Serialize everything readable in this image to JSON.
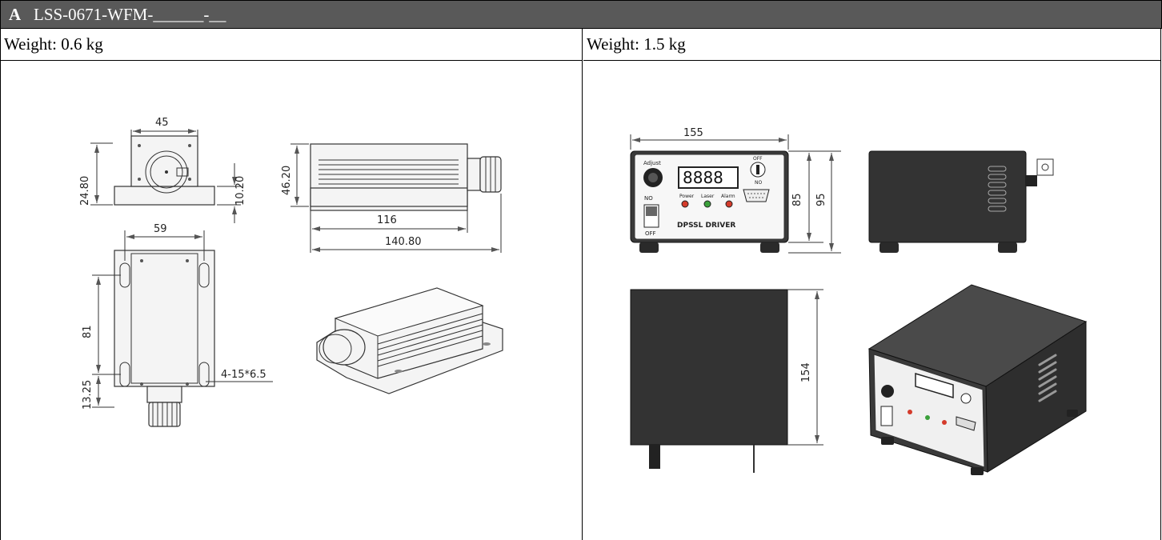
{
  "header": {
    "letter": "A",
    "model": "LSS-0671-WFM-______-__"
  },
  "left": {
    "weight": "Weight: 0.6 kg",
    "dims": {
      "w45": "45",
      "h2480": "24.80",
      "h1020": "10.20",
      "h4620": "46.20",
      "l116": "116",
      "l14080": "140.80",
      "w59": "59",
      "h81": "81",
      "h1325": "13.25",
      "hole": "4-15*6.5"
    }
  },
  "right": {
    "weight": "Weight: 1.5 kg",
    "dims": {
      "w155": "155",
      "h85": "85",
      "h95": "95",
      "d154": "154"
    },
    "panel": {
      "adjust": "Adjust",
      "on": "NO",
      "off": "OFF",
      "power": "Power",
      "laser": "Laser",
      "alarm": "Alarm",
      "driver": "DPSSL DRIVER",
      "display": "8888",
      "key_off": "OFF",
      "key_on": "NO"
    }
  },
  "colors": {
    "header_bg": "#595959",
    "header_text": "#ffffff",
    "led_red": "#d43b2b",
    "led_green": "#3ba03b"
  }
}
